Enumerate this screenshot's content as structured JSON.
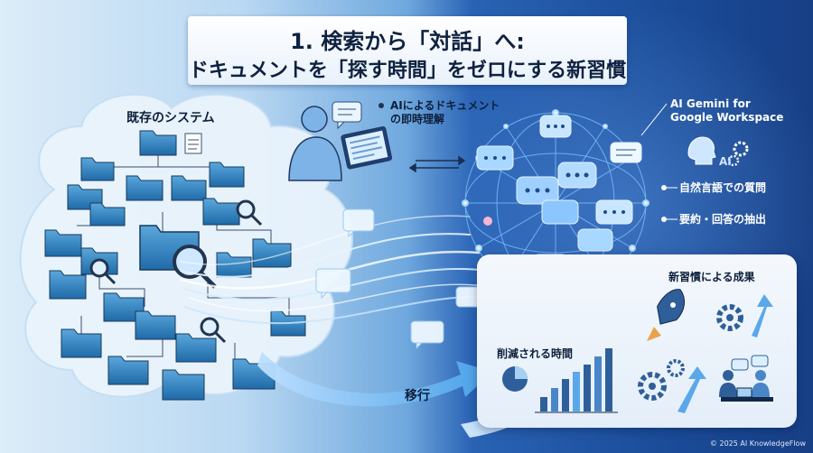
{
  "title": {
    "line1": "1. 検索から「対話」へ:",
    "line2": "ドキュメントを「探す時間」をゼロにする新習慣"
  },
  "left": {
    "label": "既存のシステム"
  },
  "center": {
    "ai_understanding_line1": "AIによるドキュメント",
    "ai_understanding_line2": "の即時理解",
    "migration_label": "移行"
  },
  "right": {
    "gemini_line1": "AI Gemini for",
    "gemini_line2": "Google Workspace",
    "gemini_icon_text": "AI",
    "feature_1": "自然言語での質問",
    "feature_2": "要約・回答の抽出"
  },
  "results": {
    "title": "新習慣による成果",
    "time_reduced": "削減される時間"
  },
  "footer": {
    "copyright": "© 2025 AI KnowledgeFlow"
  },
  "colors": {
    "folder": "#3f8fc9",
    "navy": "#0d1f3a",
    "bubble": "#9fd0ff"
  }
}
